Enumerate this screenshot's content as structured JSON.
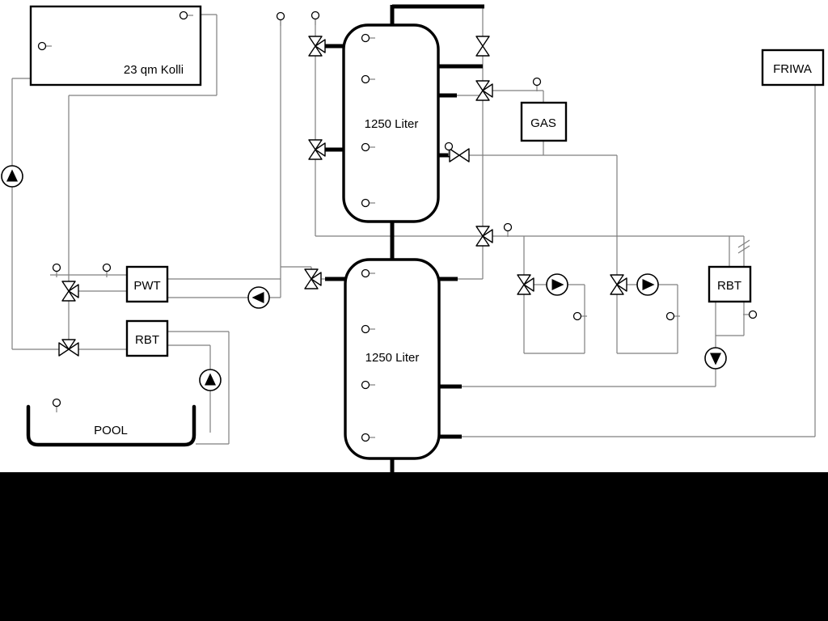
{
  "diagram": {
    "collector_label": "23 qm Kolli",
    "tank1_label": "1250 Liter",
    "tank2_label": "1250 Liter",
    "pwt_label": "PWT",
    "rbt_left_label": "RBT",
    "gas_label": "GAS",
    "friwa_label": "FRIWA",
    "rbt_right_label": "RBT",
    "pool_label": "POOL"
  },
  "icons": {
    "pump-icon": "circle with solid triangle indicating flow direction",
    "valve-icon": "bowtie valve symbol (extra triangle = three-way branch)",
    "temp-sensor-icon": "small circle with stem"
  },
  "colors": {
    "background": "#ffffff",
    "pipe_thin": "#7f7f7f",
    "pipe_main": "#000000",
    "component_outline": "#000000",
    "footer_band": "#000000"
  }
}
